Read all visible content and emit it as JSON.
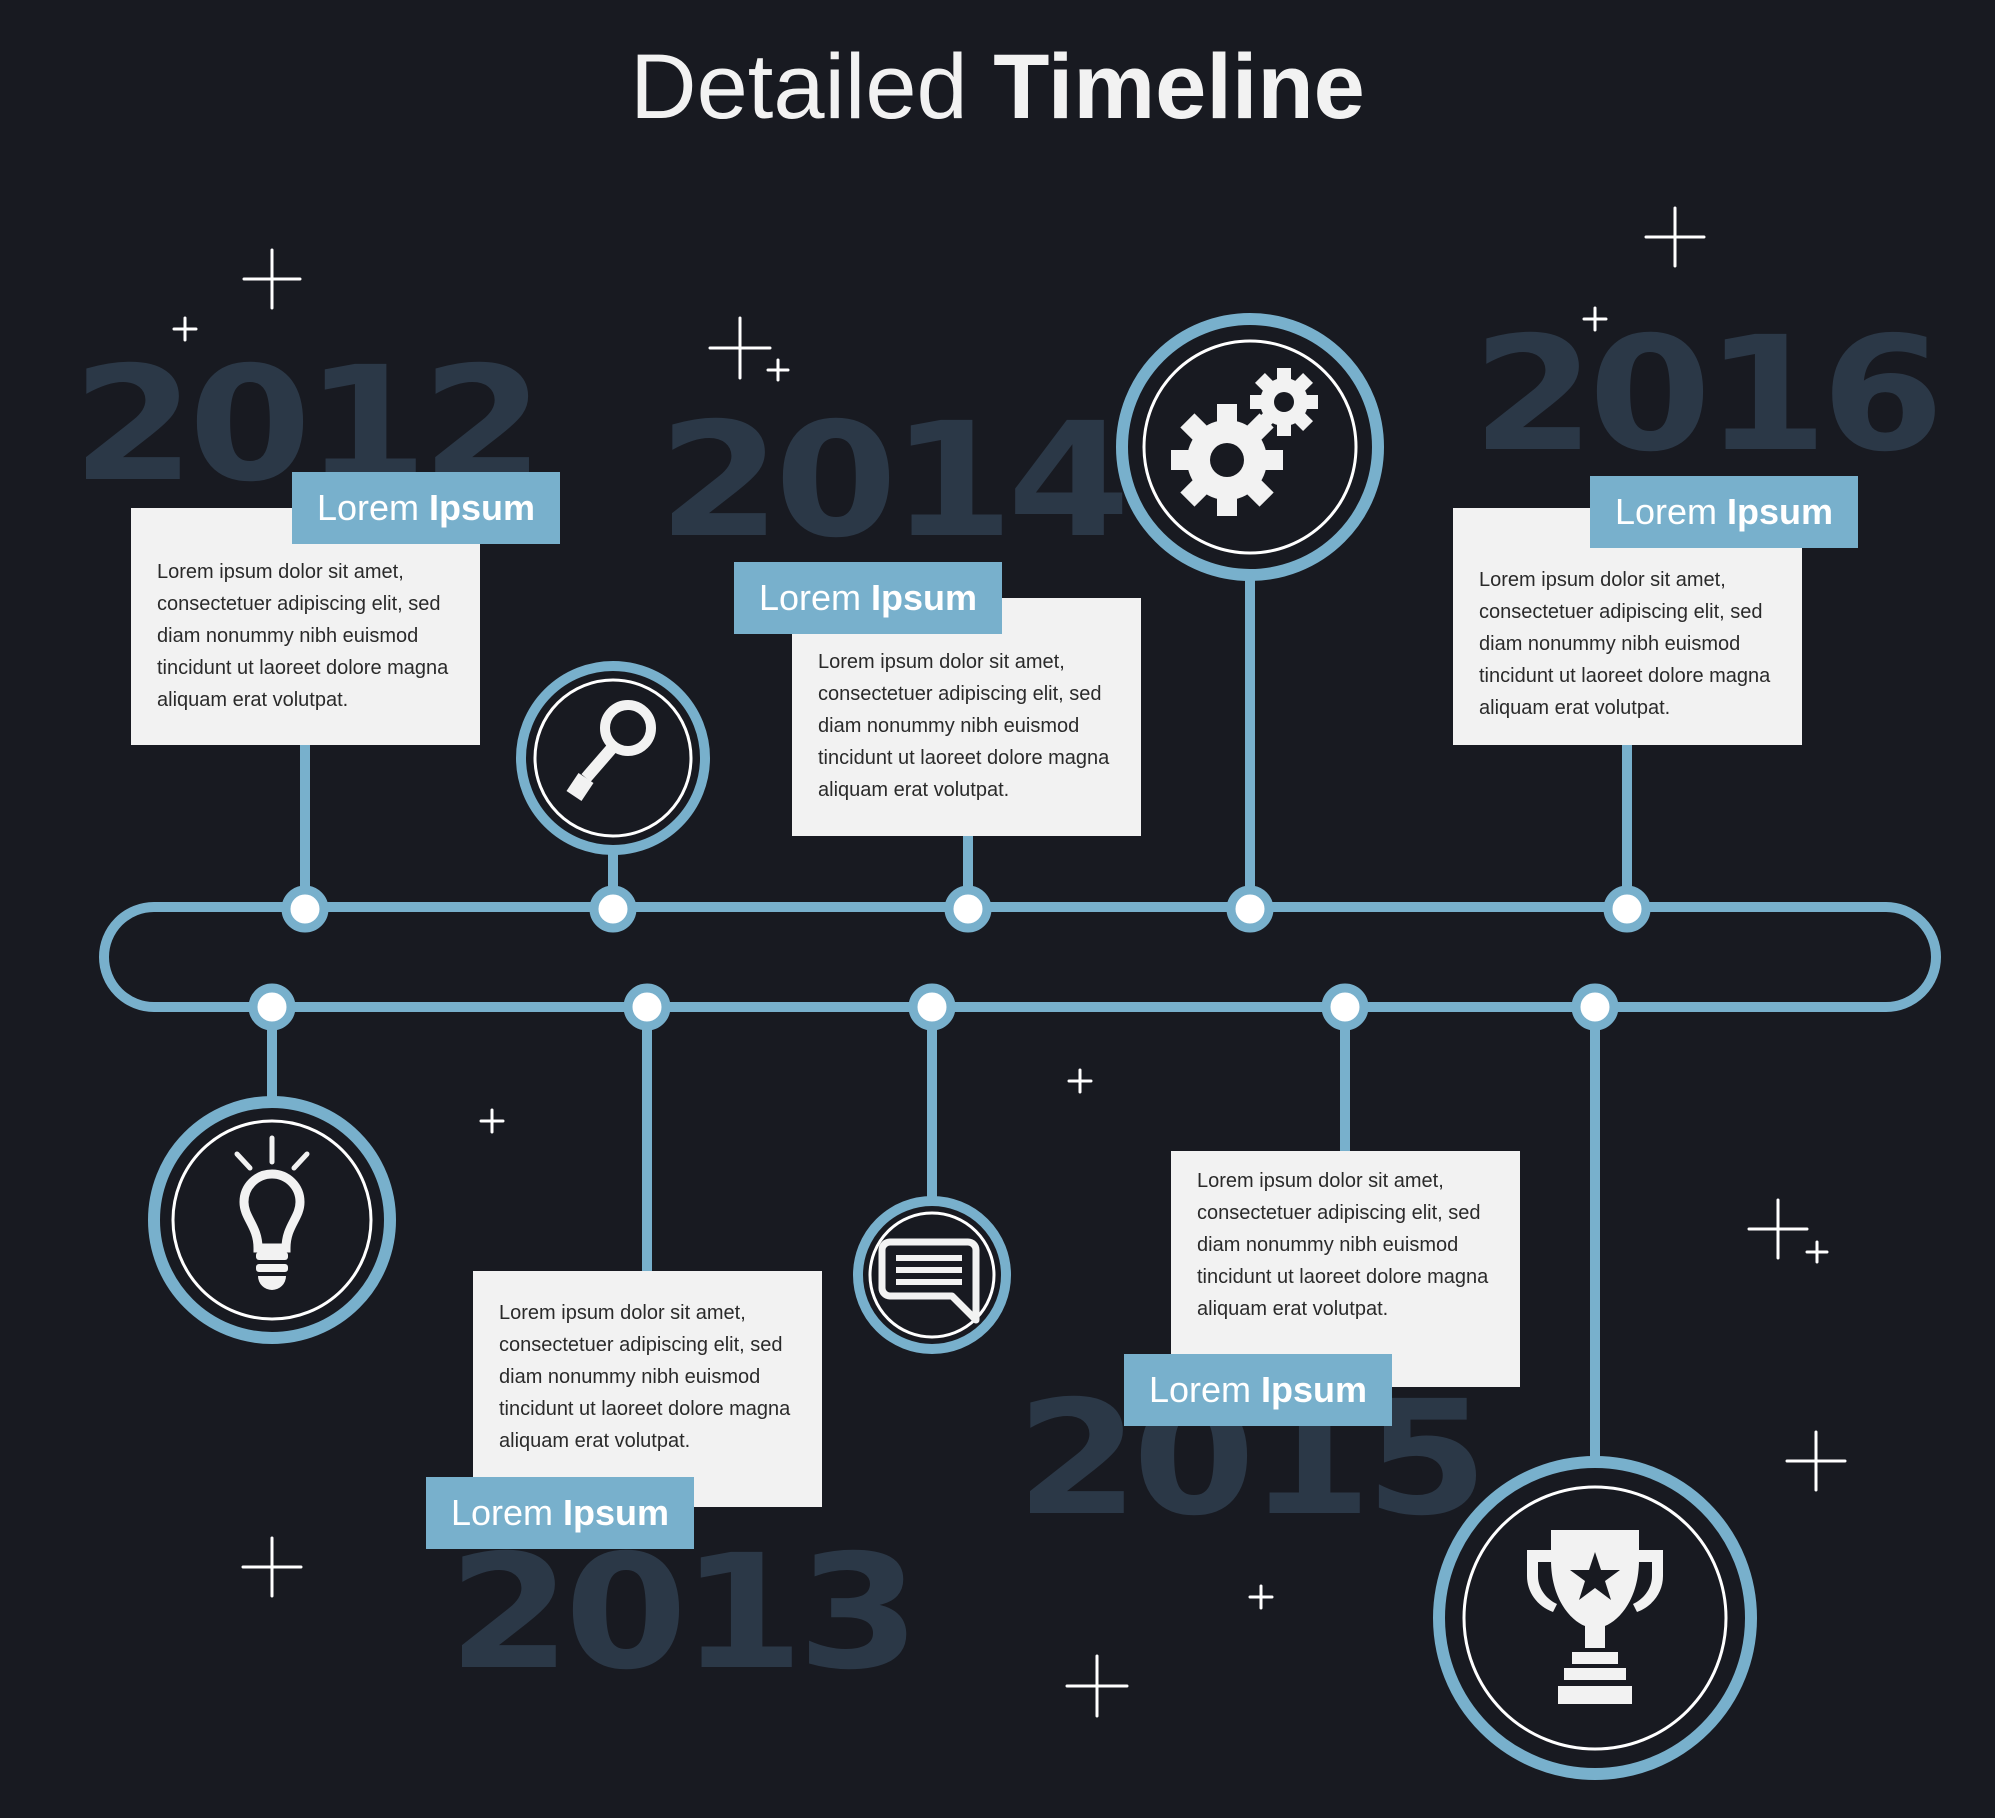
{
  "title": {
    "light": "Detailed ",
    "bold": "Timeline"
  },
  "colors": {
    "background": "#181a21",
    "line": "#78b0cc",
    "card": "#f2f2f2",
    "label": "#78b0cc",
    "year_text": "#2b3847",
    "icon": "#f2f2f2"
  },
  "milestones": [
    {
      "year": "2012",
      "label_light": "Lorem ",
      "label_bold": "Ipsum",
      "text": "Lorem ipsum dolor sit amet, consectetuer adipiscing elit, sed diam nonummy nibh euismod tincidunt ut laoreet dolore magna aliquam erat volutpat."
    },
    {
      "year": "2013",
      "label_light": "Lorem ",
      "label_bold": "Ipsum",
      "text": "Lorem ipsum dolor sit amet, consectetuer adipiscing elit, sed diam nonummy nibh euismod tincidunt ut laoreet dolore magna aliquam erat volutpat."
    },
    {
      "year": "2014",
      "label_light": "Lorem ",
      "label_bold": "Ipsum",
      "text": "Lorem ipsum dolor sit amet, consectetuer adipiscing elit, sed diam nonummy nibh euismod tincidunt ut laoreet dolore magna aliquam erat volutpat."
    },
    {
      "year": "2015",
      "label_light": "Lorem ",
      "label_bold": "Ipsum",
      "text": "Lorem ipsum dolor sit amet, consectetuer adipiscing elit, sed diam nonummy nibh euismod tincidunt ut laoreet dolore magna aliquam erat volutpat."
    },
    {
      "year": "2016",
      "label_light": "Lorem ",
      "label_bold": "Ipsum",
      "text": "Lorem ipsum dolor sit amet, consectetuer adipiscing elit, sed diam nonummy nibh euismod tincidunt ut laoreet dolore magna aliquam erat volutpat."
    }
  ],
  "icons": [
    "search-icon",
    "gears-icon",
    "lightbulb-icon",
    "speech-bubble-icon",
    "trophy-icon"
  ]
}
